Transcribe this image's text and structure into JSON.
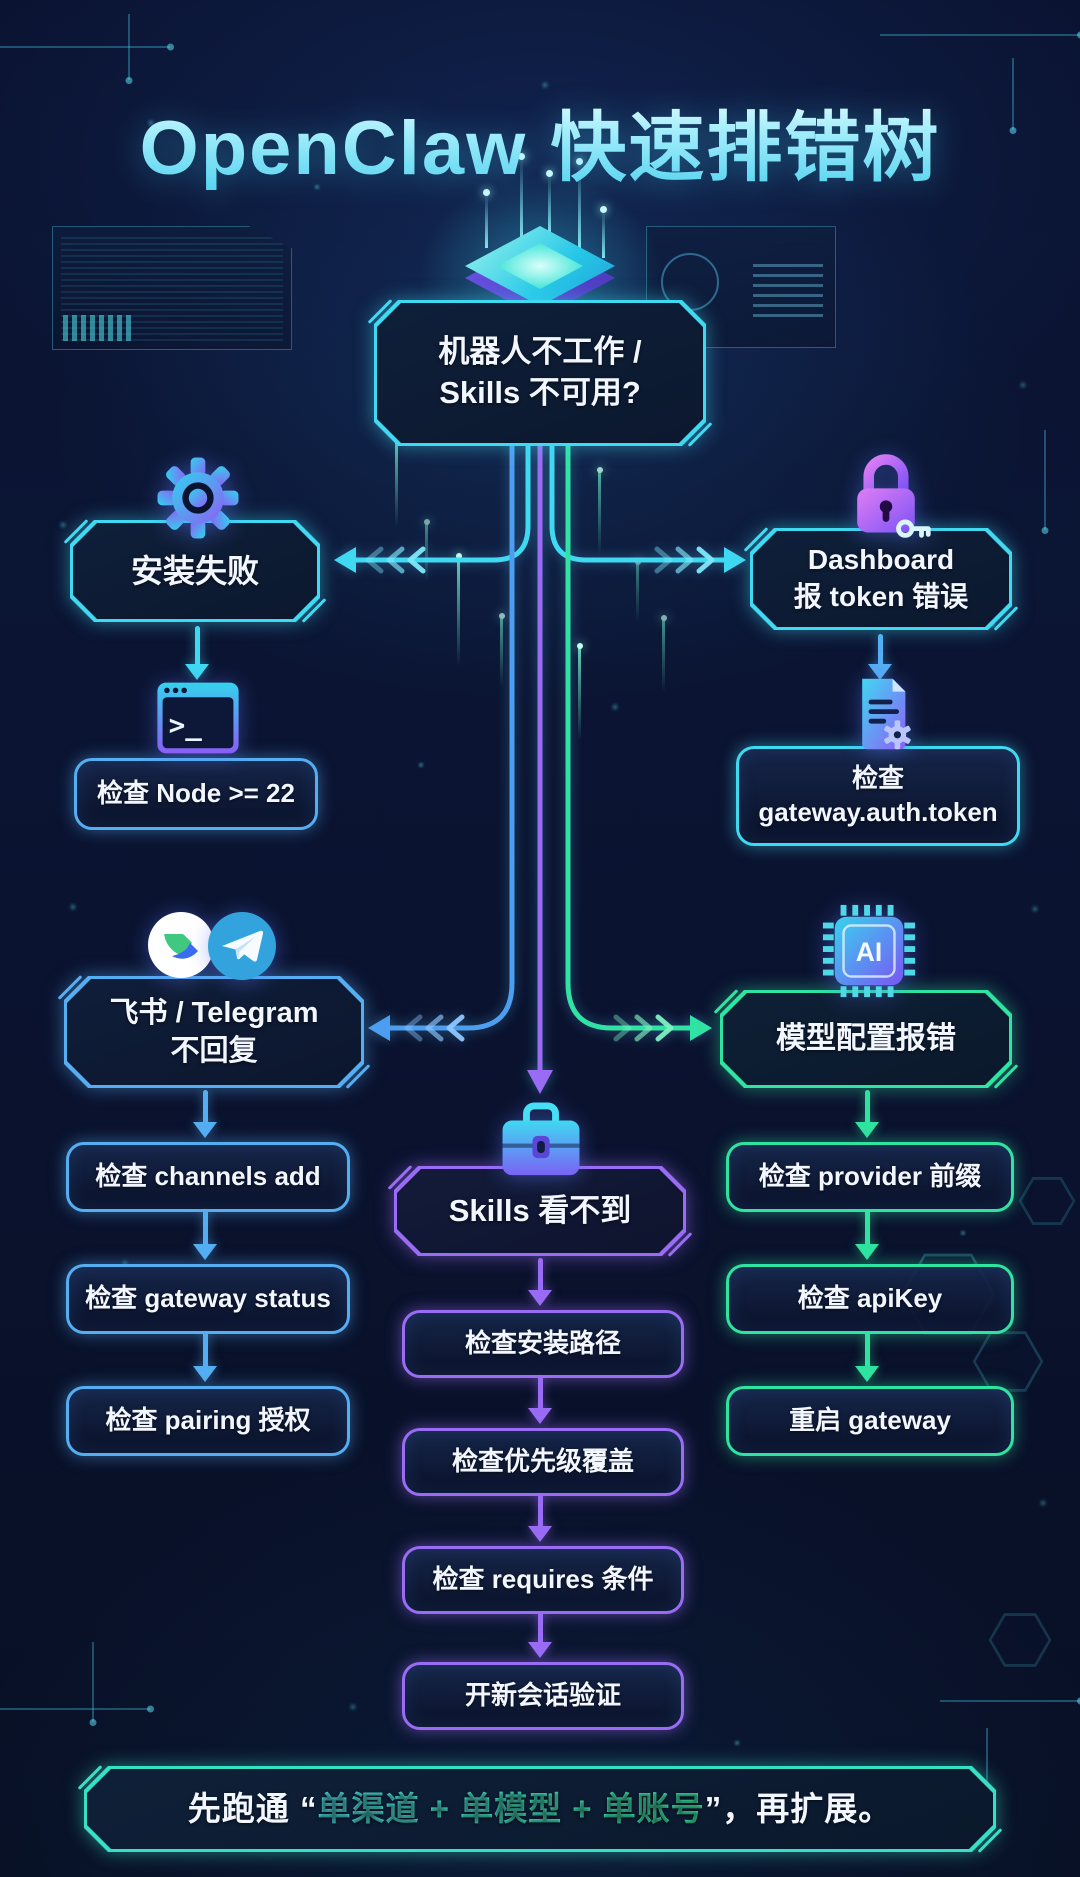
{
  "title": "OpenClaw 快速排错树",
  "root": {
    "line1": "机器人不工作 /",
    "line2": "Skills 不可用?"
  },
  "install": {
    "label": "安装失败",
    "check": "检查 Node >= 22"
  },
  "dashboard": {
    "line1": "Dashboard",
    "line2": "报 token 错误",
    "check_line1": "检查",
    "check_line2": "gateway.auth.token"
  },
  "im": {
    "line1": "飞书 / Telegram",
    "line2": "不回复",
    "checks": [
      "检查 channels add",
      "检查 gateway status",
      "检查 pairing 授权"
    ]
  },
  "skills": {
    "label": "Skills 看不到",
    "checks": [
      "检查安装路径",
      "检查优先级覆盖",
      "检查 requires 条件",
      "开新会话验证"
    ]
  },
  "model": {
    "label": "模型配置报错",
    "checks": [
      "检查 provider 前缀",
      "检查 apiKey",
      "重启 gateway"
    ]
  },
  "footer": {
    "prefix": "先跑通 “",
    "highlight": "单渠道 + 单模型 + 单账号",
    "suffix": "”，再扩展。"
  },
  "chip_label": "AI",
  "terminal_prompt": ">_",
  "icons": {
    "gear": "gear-icon",
    "terminal": "terminal-window-icon",
    "lock": "lock-key-icon",
    "doc": "document-gear-icon",
    "feishu": "feishu-icon",
    "telegram": "telegram-icon",
    "briefcase": "briefcase-icon",
    "chip": "ai-chip-icon",
    "holo": "hologram-chip-icon"
  },
  "colors": {
    "background": "#0a1230",
    "cyan": "#3fd9f2",
    "blue": "#55aef2",
    "purple": "#9a6cf5",
    "green": "#2fe3a0",
    "teal": "#35e0c5",
    "text": "#f2f6ff"
  }
}
